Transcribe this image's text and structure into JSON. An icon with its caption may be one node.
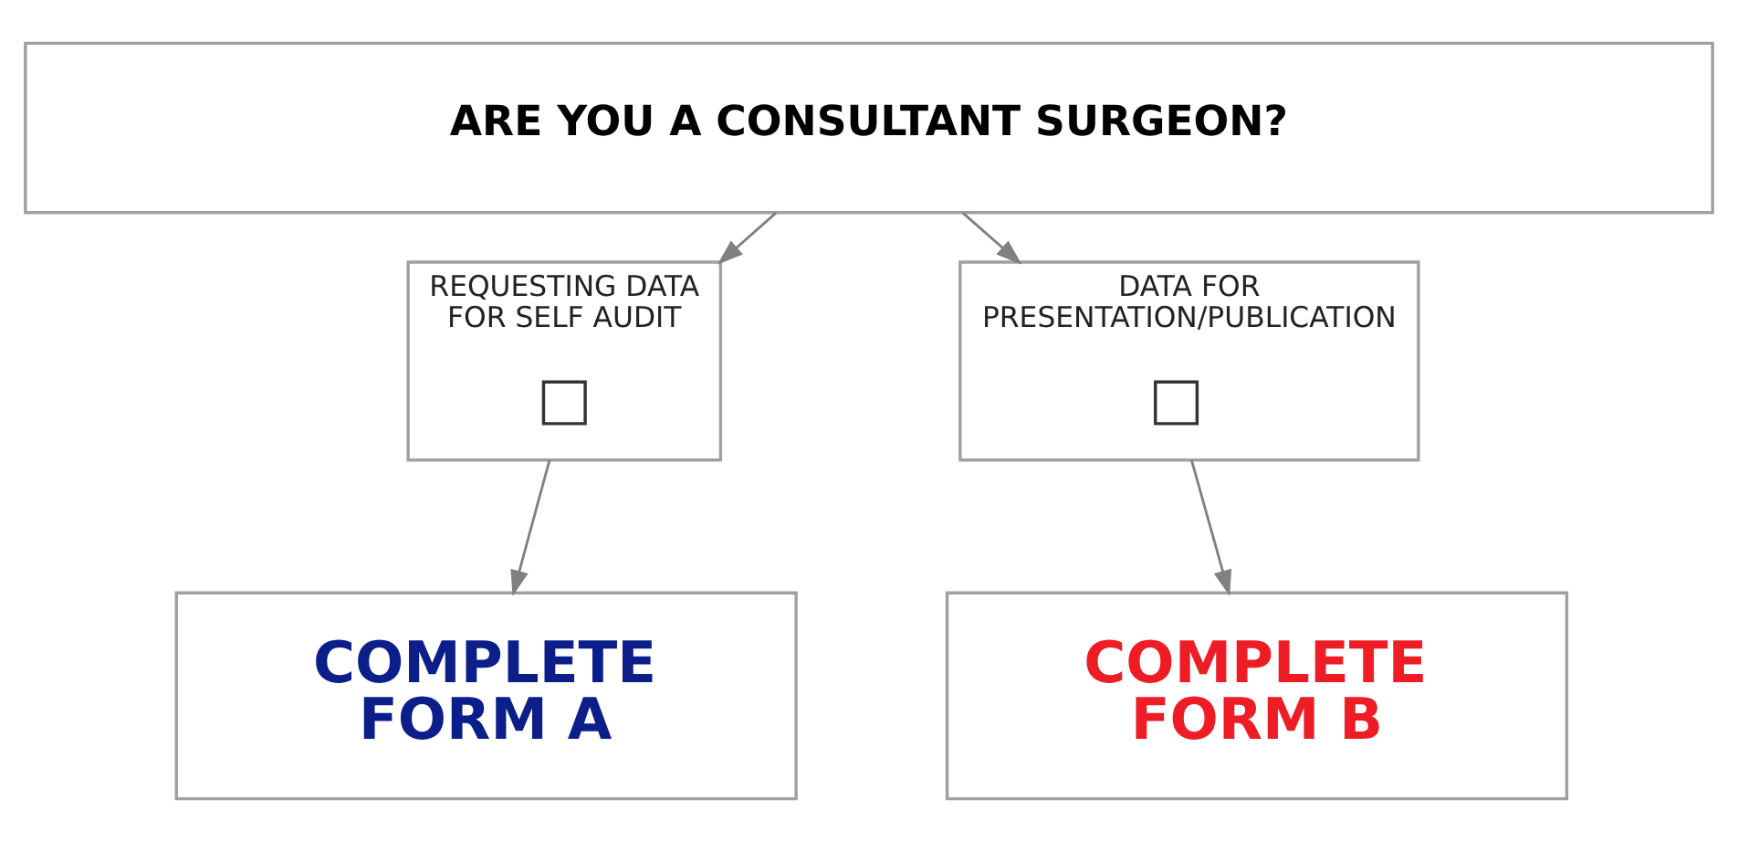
{
  "diagram": {
    "nodes": [
      {
        "text": [
          "ARE YOU A CONSULTANT SURGEON?"
        ]
      },
      {
        "text": [
          "REQUESTING DATA FOR SELF AUDIT"
        ]
      },
      {
        "text": [],
        "shape": "box",
        "in": 1
      },
      {
        "text": [
          "DATA FOR PRESENTATION/PUBLICATION"
        ]
      },
      {
        "text": [],
        "shape": "box",
        "in": 3
      },
      {
        "text": [
          "COMPLETE FORM A"
        ]
      },
      {
        "text": [
          "COMPLETE FORM B"
        ]
      }
    ],
    "edges": [
      {
        "from": 0,
        "to": 1,
        "arrow": "to"
      },
      {
        "from": 0,
        "to": 3,
        "arrow": "to"
      },
      {
        "from": 1,
        "to": 5,
        "arrow": "to"
      },
      {
        "from": 3,
        "to": 6,
        "arrow": "to"
      }
    ]
  }
}
